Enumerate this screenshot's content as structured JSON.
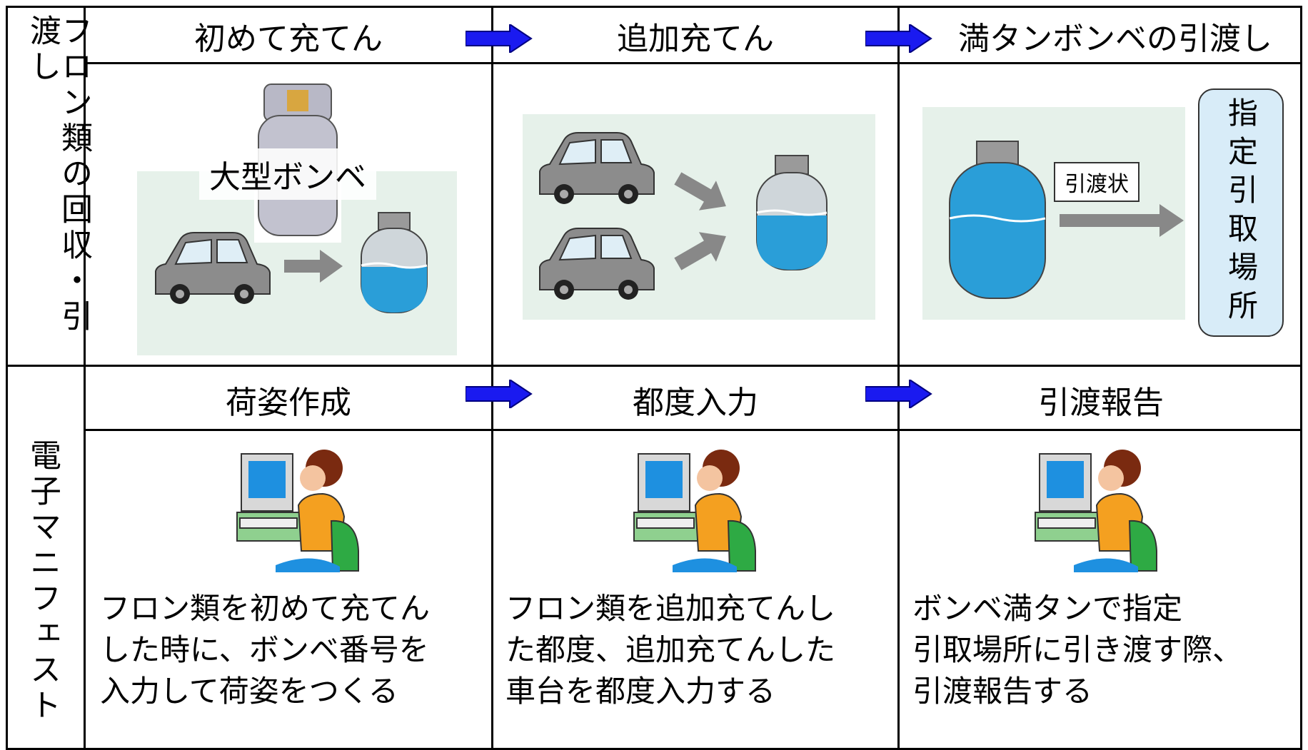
{
  "rows": {
    "top_label": "フロン類の回収・引渡し",
    "bottom_label": "電子マニフェスト"
  },
  "top_steps": [
    "初めて充てん",
    "追加充てん",
    "満タンボンベの引渡し"
  ],
  "bottom_steps": [
    "荷姿作成",
    "都度入力",
    "引渡報告"
  ],
  "illustration": {
    "big_cylinder_caption": "大型ボンベ",
    "certificate_label": "引渡状",
    "destination_label": "指定引取場所"
  },
  "descriptions": [
    [
      "フロン類を初めて充てん",
      "した時に、ボンベ番号を",
      "入力して荷姿をつくる"
    ],
    [
      "フロン類を追加充てんし",
      "た都度、追加充てんした",
      "車台を都度入力する"
    ],
    [
      "ボンベ満タンで指定",
      "引取場所に引き渡す際、",
      "引渡報告する"
    ]
  ],
  "colors": {
    "arrow_blue": "#1a1af0",
    "cylinder_blue": "#2a9ed8",
    "car_gray": "#8c8c8c",
    "panel_green": "#e6f1ea",
    "destination_blue": "#d8ecf8"
  }
}
